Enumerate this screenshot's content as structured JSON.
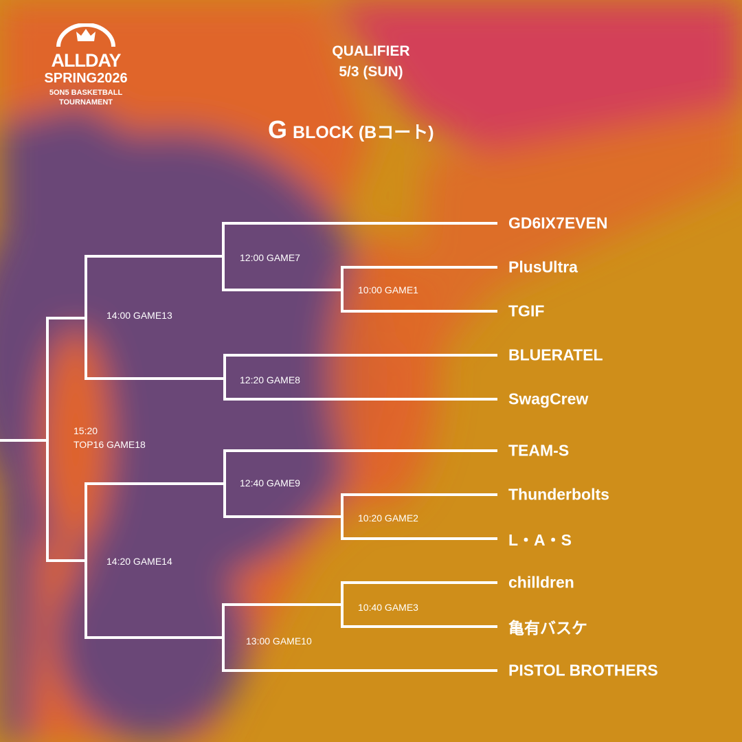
{
  "logo": {
    "brand": "ALLDAY",
    "edition": "SPRING2026",
    "subtitle_1": "5ON5 BASKETBALL",
    "subtitle_2": "TOURNAMENT"
  },
  "header": {
    "stage": "QUALIFIER",
    "date": "5/3 (SUN)",
    "block_letter": "G",
    "block_rest": "BLOCK (Bコート)"
  },
  "teams": [
    "GD6IX7EVEN",
    "PlusUltra",
    "TGIF",
    "BLUERATEL",
    "SwagCrew",
    "TEAM-S",
    "Thunderbolts",
    "L・A・S",
    "chilldren",
    "亀有バスケ",
    "PISTOL BROTHERS"
  ],
  "games": {
    "g7": "12:00 GAME7",
    "g1": "10:00 GAME1",
    "g13": "14:00 GAME13",
    "g8": "12:20 GAME8",
    "g18_time": "15:20",
    "g18": "TOP16 GAME18",
    "g9": "12:40 GAME9",
    "g2": "10:20 GAME2",
    "g14": "14:20 GAME14",
    "g3": "10:40 GAME3",
    "g10": "13:00 GAME10"
  },
  "colors": {
    "purple": "#6b4677",
    "orange": "#e0652a",
    "mustard": "#cf8e1a",
    "pink": "#d34158"
  }
}
